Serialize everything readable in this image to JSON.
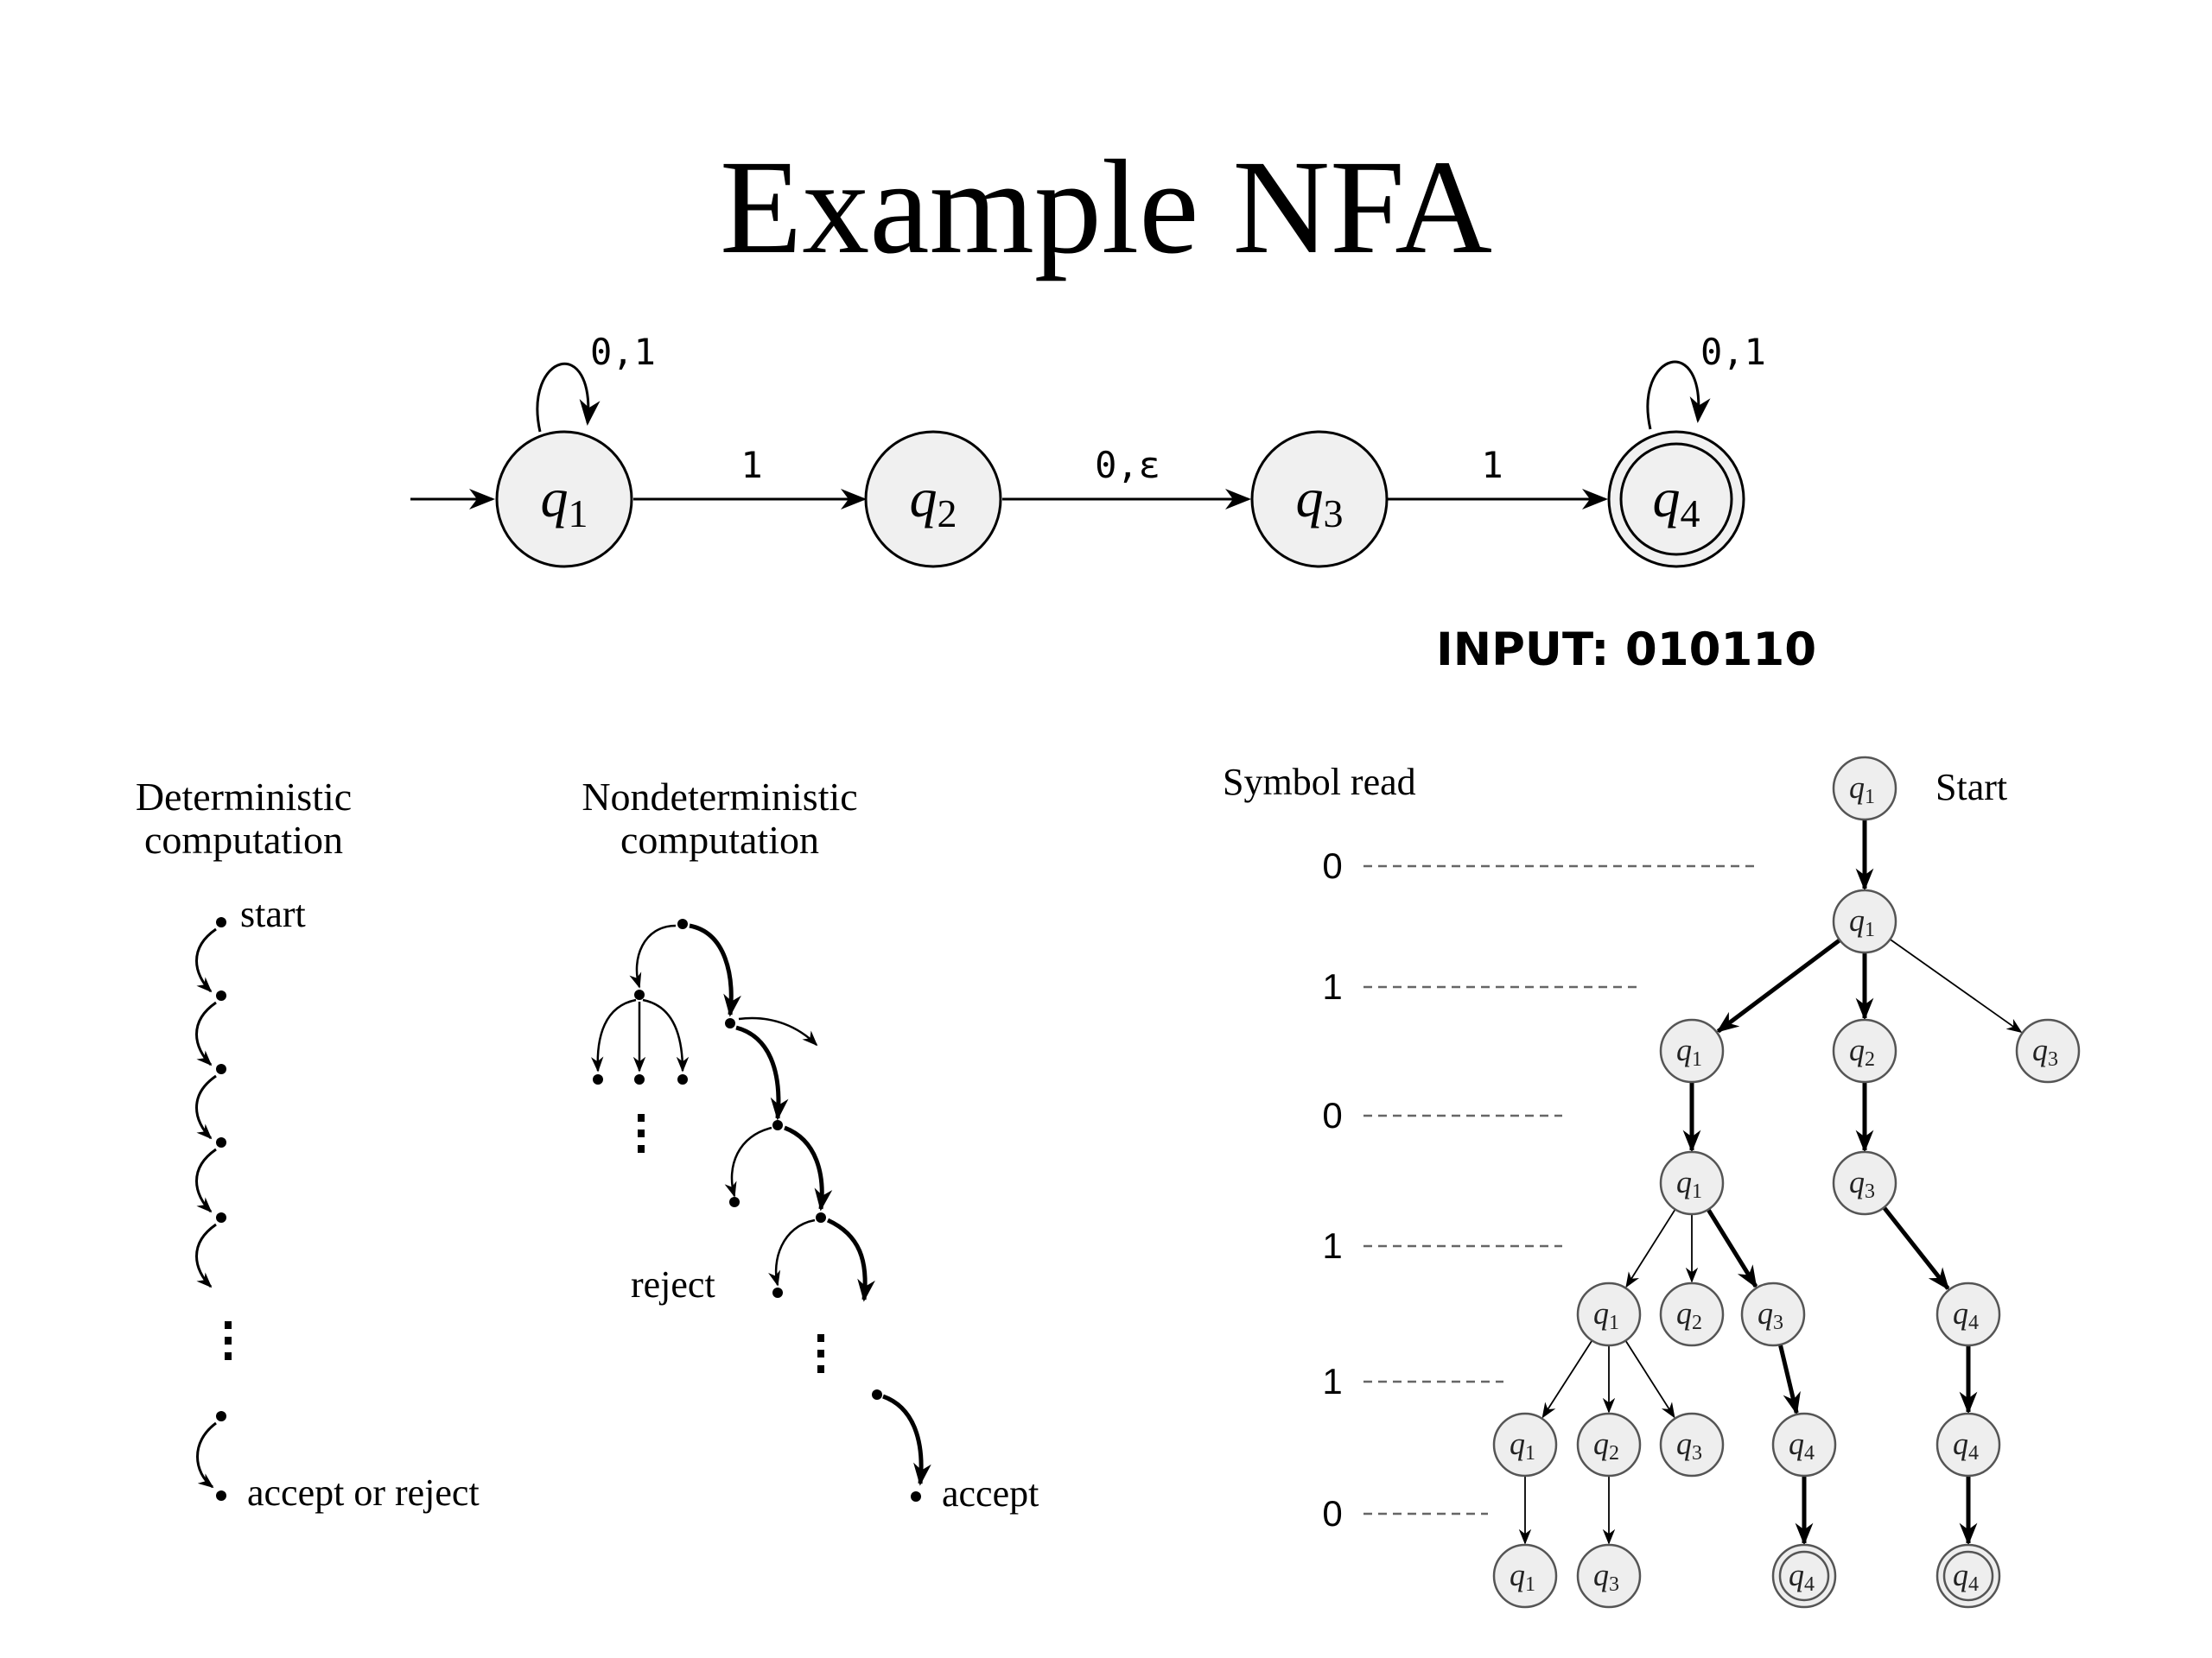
{
  "title": "Example NFA",
  "input_label": "INPUT: 010110",
  "nfa": {
    "states": [
      {
        "id": "q1",
        "name": "q",
        "sub": "1",
        "accept": false,
        "start": true
      },
      {
        "id": "q2",
        "name": "q",
        "sub": "2",
        "accept": false,
        "start": false
      },
      {
        "id": "q3",
        "name": "q",
        "sub": "3",
        "accept": false,
        "start": false
      },
      {
        "id": "q4",
        "name": "q",
        "sub": "4",
        "accept": true,
        "start": false
      }
    ],
    "loops": [
      {
        "state": "q1",
        "label": "0,1"
      },
      {
        "state": "q4",
        "label": "0,1"
      }
    ],
    "transitions": [
      {
        "from": "q1",
        "to": "q2",
        "label": "1"
      },
      {
        "from": "q2",
        "to": "q3",
        "label": "0,ε"
      },
      {
        "from": "q3",
        "to": "q4",
        "label": "1"
      }
    ]
  },
  "deterministic": {
    "heading_line1": "Deterministic",
    "heading_line2": "computation",
    "start_label": "start",
    "end_label": "accept or reject"
  },
  "nondeterministic": {
    "heading_line1": "Nondeterministic",
    "heading_line2": "computation",
    "reject_label": "reject",
    "accept_label": "accept"
  },
  "tree": {
    "symbol_read_label": "Symbol read",
    "start_label": "Start",
    "symbols": [
      "0",
      "1",
      "0",
      "1",
      "1",
      "0"
    ],
    "nodes": [
      {
        "id": "n0",
        "sub": "1",
        "accept": false
      },
      {
        "id": "n1",
        "sub": "1",
        "accept": false
      },
      {
        "id": "n2a",
        "sub": "1",
        "accept": false
      },
      {
        "id": "n2b",
        "sub": "2",
        "accept": false
      },
      {
        "id": "n2c",
        "sub": "3",
        "accept": false
      },
      {
        "id": "n3a",
        "sub": "1",
        "accept": false
      },
      {
        "id": "n3b",
        "sub": "3",
        "accept": false
      },
      {
        "id": "n4a",
        "sub": "1",
        "accept": false
      },
      {
        "id": "n4b",
        "sub": "2",
        "accept": false
      },
      {
        "id": "n4c",
        "sub": "3",
        "accept": false
      },
      {
        "id": "n4d",
        "sub": "4",
        "accept": false
      },
      {
        "id": "n5a",
        "sub": "1",
        "accept": false
      },
      {
        "id": "n5b",
        "sub": "2",
        "accept": false
      },
      {
        "id": "n5c",
        "sub": "3",
        "accept": false
      },
      {
        "id": "n5d",
        "sub": "4",
        "accept": false
      },
      {
        "id": "n5e",
        "sub": "4",
        "accept": false
      },
      {
        "id": "n6a",
        "sub": "1",
        "accept": false
      },
      {
        "id": "n6b",
        "sub": "3",
        "accept": false
      },
      {
        "id": "n6c",
        "sub": "4",
        "accept": true
      },
      {
        "id": "n6d",
        "sub": "4",
        "accept": true
      }
    ],
    "edges": [
      {
        "from": "n0",
        "to": "n1",
        "bold": true
      },
      {
        "from": "n1",
        "to": "n2a",
        "bold": true
      },
      {
        "from": "n1",
        "to": "n2b",
        "bold": true
      },
      {
        "from": "n1",
        "to": "n2c",
        "bold": false
      },
      {
        "from": "n2a",
        "to": "n3a",
        "bold": true
      },
      {
        "from": "n2b",
        "to": "n3b",
        "bold": true
      },
      {
        "from": "n3a",
        "to": "n4a",
        "bold": false
      },
      {
        "from": "n3a",
        "to": "n4b",
        "bold": false
      },
      {
        "from": "n3a",
        "to": "n4c",
        "bold": true
      },
      {
        "from": "n3b",
        "to": "n4d",
        "bold": true
      },
      {
        "from": "n4a",
        "to": "n5a",
        "bold": false
      },
      {
        "from": "n4a",
        "to": "n5b",
        "bold": false
      },
      {
        "from": "n4a",
        "to": "n5c",
        "bold": false
      },
      {
        "from": "n4c",
        "to": "n5d",
        "bold": true
      },
      {
        "from": "n4d",
        "to": "n5e",
        "bold": true
      },
      {
        "from": "n5a",
        "to": "n6a",
        "bold": false
      },
      {
        "from": "n5b",
        "to": "n6b",
        "bold": false
      },
      {
        "from": "n5d",
        "to": "n6c",
        "bold": true
      },
      {
        "from": "n5e",
        "to": "n6d",
        "bold": true
      }
    ]
  },
  "colors": {
    "state_fill": "#f0f0f0",
    "stroke": "#000000",
    "tree_node_fill": "#eeeeee",
    "dashed_line": "#666666"
  }
}
